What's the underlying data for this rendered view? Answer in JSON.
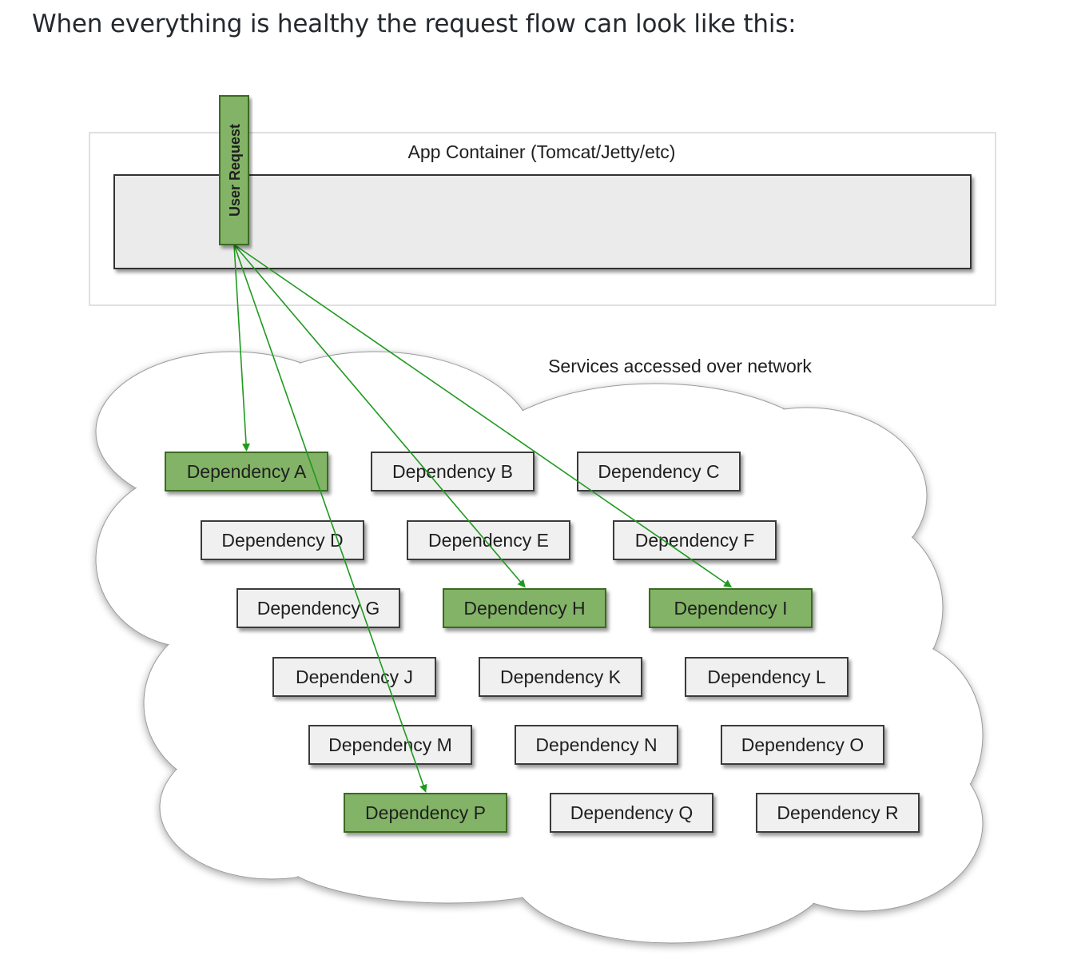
{
  "intro_text": "When everything is healthy the request flow can look like this:",
  "diagram": {
    "user_request_label": "User Request",
    "app_container_label": "App Container (Tomcat/Jetty/etc)",
    "network_label": "Services accessed over network",
    "colors": {
      "active_fill": "#82b366",
      "active_stroke": "#3b6b24",
      "inactive_fill": "#f0f0f0",
      "inactive_stroke": "#3a3a3a",
      "arrow": "#1f9a1f",
      "container_fill": "#ebebeb"
    },
    "dependencies": [
      {
        "label": "Dependency A",
        "active": true
      },
      {
        "label": "Dependency B",
        "active": false
      },
      {
        "label": "Dependency C",
        "active": false
      },
      {
        "label": "Dependency D",
        "active": false
      },
      {
        "label": "Dependency E",
        "active": false
      },
      {
        "label": "Dependency F",
        "active": false
      },
      {
        "label": "Dependency G",
        "active": false
      },
      {
        "label": "Dependency H",
        "active": true
      },
      {
        "label": "Dependency I",
        "active": true
      },
      {
        "label": "Dependency J",
        "active": false
      },
      {
        "label": "Dependency K",
        "active": false
      },
      {
        "label": "Dependency L",
        "active": false
      },
      {
        "label": "Dependency M",
        "active": false
      },
      {
        "label": "Dependency N",
        "active": false
      },
      {
        "label": "Dependency O",
        "active": false
      },
      {
        "label": "Dependency P",
        "active": true
      },
      {
        "label": "Dependency Q",
        "active": false
      },
      {
        "label": "Dependency R",
        "active": false
      }
    ],
    "request_targets": [
      "Dependency A",
      "Dependency H",
      "Dependency I",
      "Dependency P"
    ]
  }
}
